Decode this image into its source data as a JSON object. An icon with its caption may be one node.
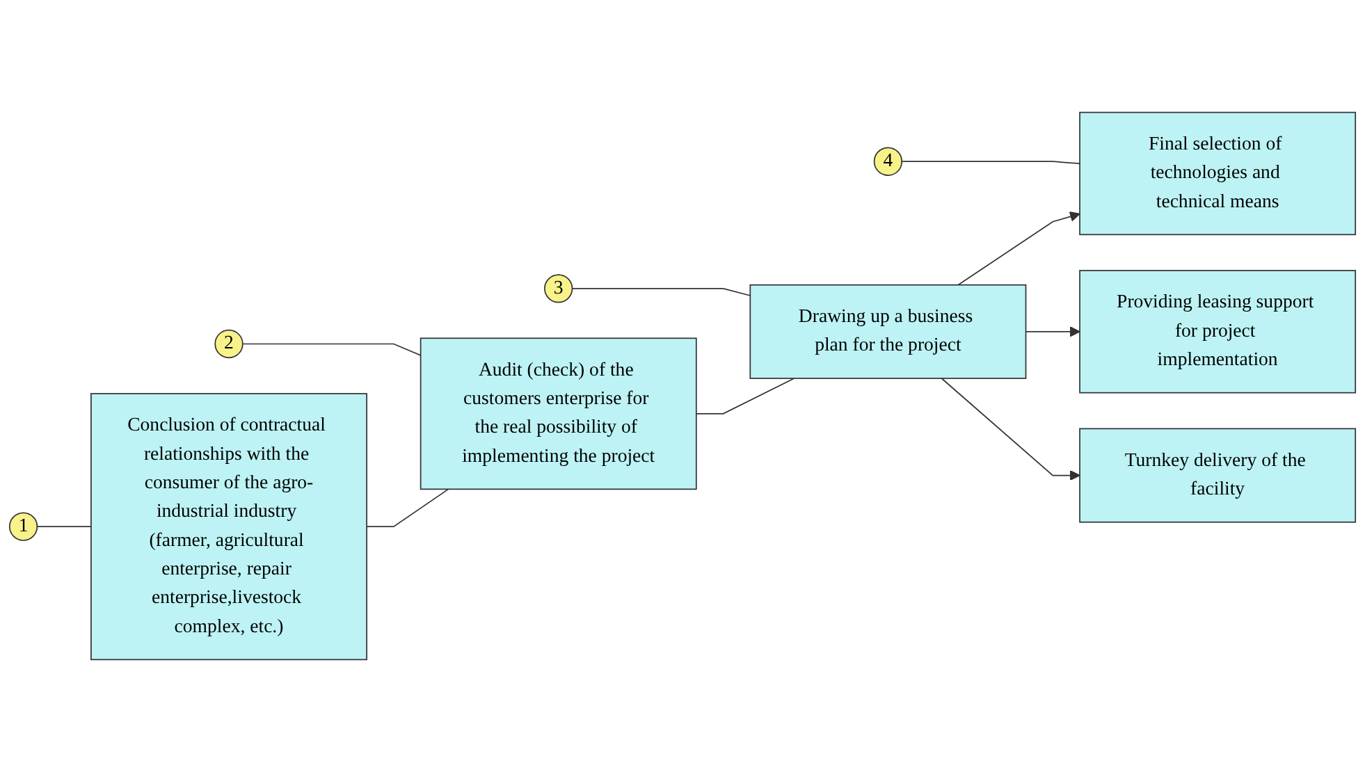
{
  "diagram": {
    "nodes": [
      {
        "text": [
          "1"
        ]
      },
      {
        "text": [
          "Conclusion of contractual relationships with the consumer of the agro-industrial industry (farmer, agricultural enterprise, repair enterprise,livestock complex, etc.)"
        ]
      },
      {
        "text": [
          "2"
        ]
      },
      {
        "text": [
          "Audit (check) of the customers enterprise for the real possibility of implementing the project"
        ]
      },
      {
        "text": [
          "3"
        ]
      },
      {
        "text": [
          "Drawing up a business plan for the project"
        ]
      },
      {
        "text": [
          "4"
        ]
      },
      {
        "text": [
          "Final selection of technologies and technical means"
        ]
      },
      {
        "text": [
          "Providing leasing support for project implementation"
        ]
      },
      {
        "text": [
          "Turnkey delivery of the facility"
        ]
      }
    ],
    "edges": [
      {
        "from": 0,
        "to": 1,
        "arrow": "none"
      },
      {
        "from": 2,
        "to": 3,
        "arrow": "none"
      },
      {
        "from": 4,
        "to": 5,
        "arrow": "none"
      },
      {
        "from": 6,
        "to": 7,
        "arrow": "none"
      },
      {
        "from": 1,
        "to": 3,
        "arrow": "none"
      },
      {
        "from": 3,
        "to": 5,
        "arrow": "none"
      },
      {
        "from": 5,
        "to": 7,
        "arrow": "to"
      },
      {
        "from": 5,
        "to": 8,
        "arrow": "to"
      },
      {
        "from": 5,
        "to": 9,
        "arrow": "to"
      }
    ]
  }
}
